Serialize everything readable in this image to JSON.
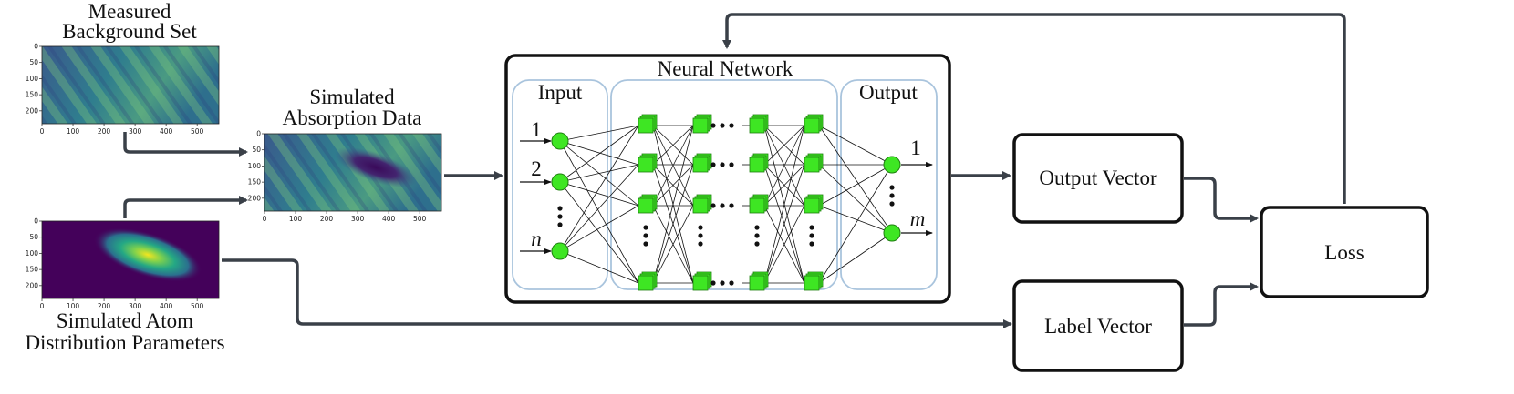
{
  "inputs": {
    "background_title": [
      "Measured",
      "Background Set"
    ],
    "absorption_title": [
      "Simulated",
      "Absorption Data"
    ],
    "atom_title": [
      "Simulated Atom",
      "Distribution Parameters"
    ]
  },
  "plots": {
    "background": {
      "yticks": [
        "0",
        "50",
        "100",
        "150",
        "200"
      ],
      "xticks": [
        "0",
        "100",
        "200",
        "300",
        "400",
        "500"
      ]
    },
    "absorption": {
      "yticks": [
        "0",
        "50",
        "100",
        "150",
        "200"
      ],
      "xticks": [
        "0",
        "100",
        "200",
        "300",
        "400",
        "500"
      ]
    },
    "atom": {
      "yticks": [
        "0",
        "50",
        "100",
        "150",
        "200"
      ],
      "xticks": [
        "0",
        "100",
        "200",
        "300",
        "400",
        "500"
      ]
    }
  },
  "network": {
    "title": "Neural Network",
    "input_label": "Input",
    "output_label": "Output",
    "input_nodes": [
      "1",
      "2",
      "n"
    ],
    "output_nodes": [
      "1",
      "m"
    ]
  },
  "boxes": {
    "output_vector": "Output Vector",
    "label_vector": "Label Vector",
    "loss": "Loss"
  },
  "colors": {
    "node_green": "#3ee623",
    "panel_blue": "#a9c4dd",
    "arrow": "#3a4048"
  }
}
